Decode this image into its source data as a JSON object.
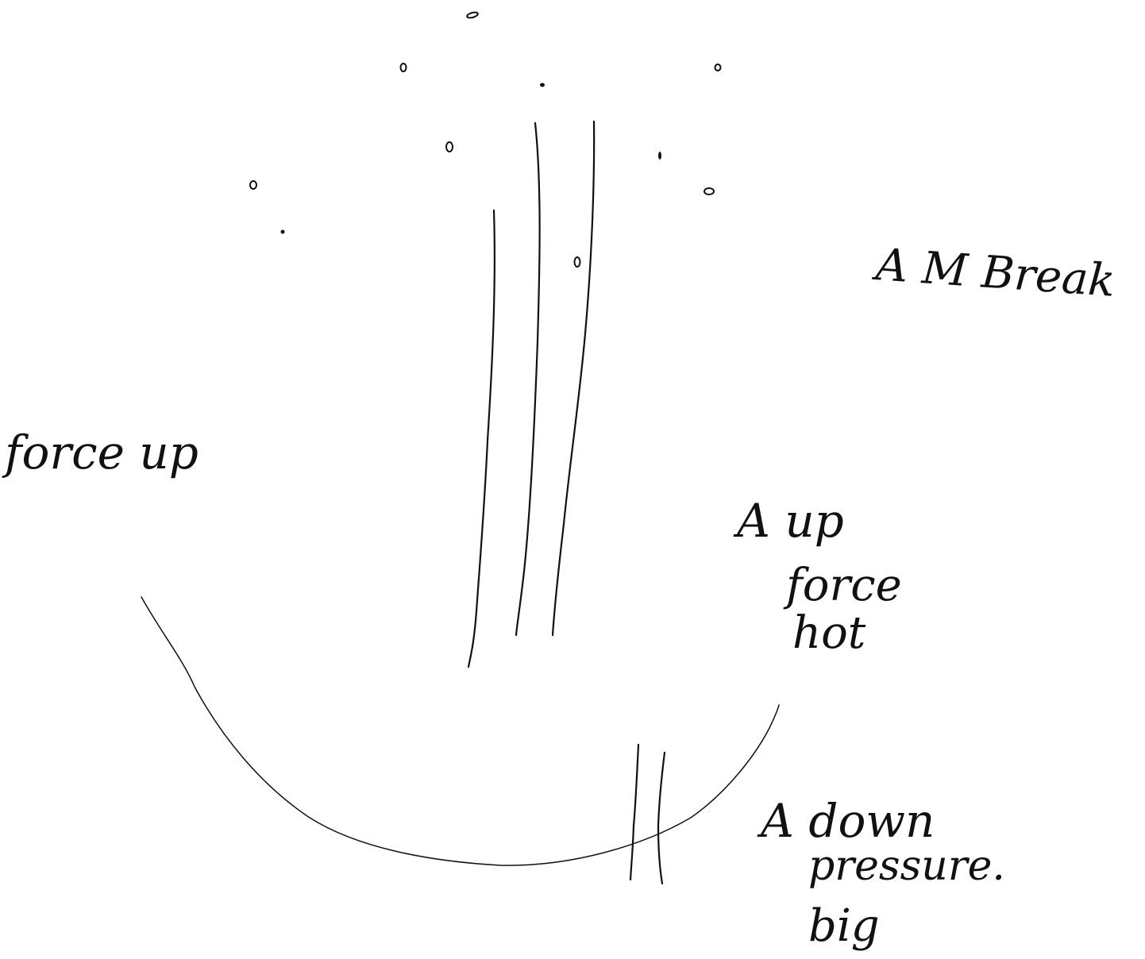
{
  "labels": {
    "force_up": "force up",
    "am_break": "A M Break",
    "a_up": "A up",
    "force": "force",
    "hot": "hot",
    "a_down": "A down",
    "pressure": "pressure.",
    "big": "big"
  },
  "colors": {
    "ink": "#111111",
    "paper": "#ffffff"
  }
}
